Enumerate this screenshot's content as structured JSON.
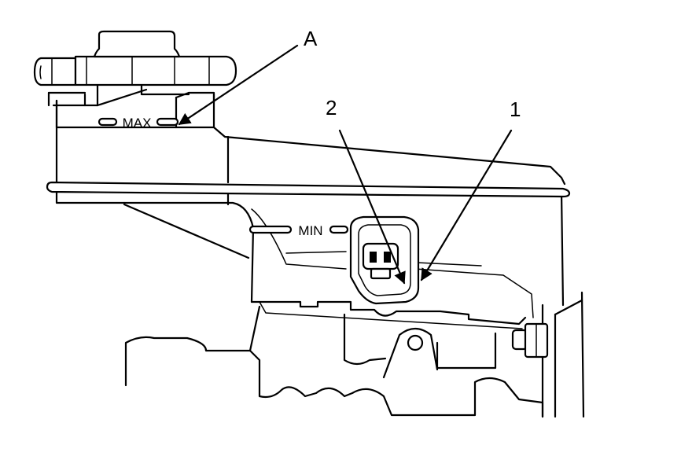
{
  "labels": {
    "callout_a": "A",
    "callout_1": "1",
    "callout_2": "2",
    "max_mark": "MAX",
    "min_mark": "MIN"
  },
  "colors": {
    "line": "#000000",
    "background": "#ffffff"
  }
}
